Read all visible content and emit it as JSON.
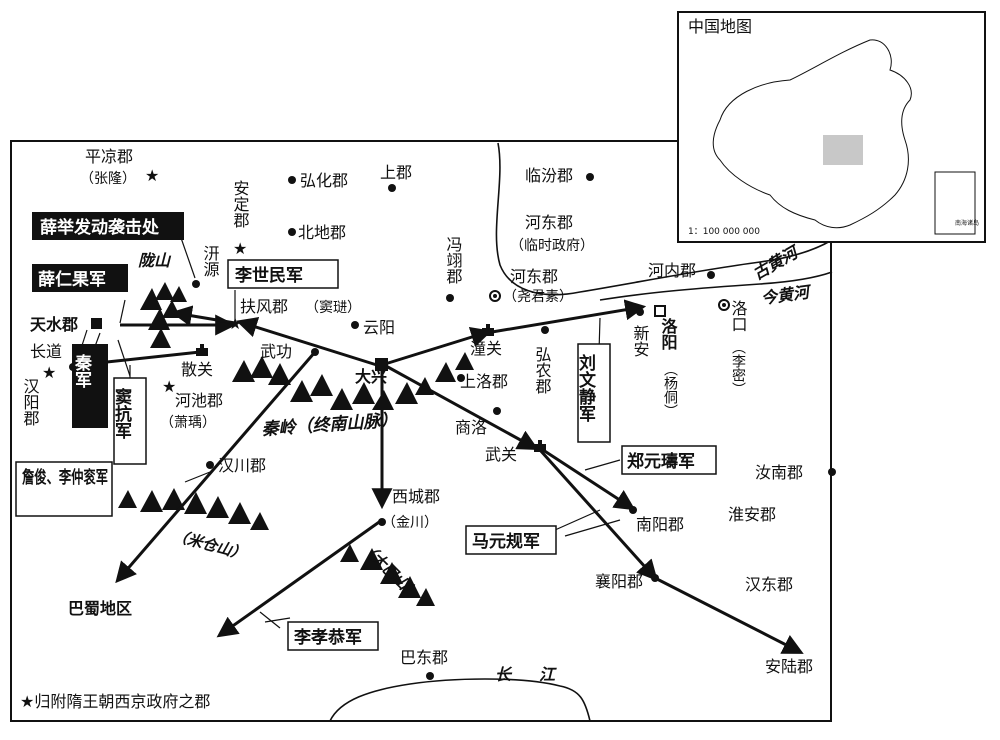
{
  "inset": {
    "title": "中国地图",
    "scale": "1：100 000 000",
    "islands_label": "南海诸岛"
  },
  "places": {
    "pingliang": "平凉郡",
    "pingliang_sub": "（张隆）",
    "honghua": "弘化郡",
    "shangjun": "上郡",
    "linfen": "临汾郡",
    "anding": "安定郡",
    "beidi": "北地郡",
    "hedong": "河东郡",
    "hedong_sub": "（临时政府）",
    "fengyi": "冯翊郡",
    "hedong2": "河东郡",
    "hedong2_sub": "（尧君素）",
    "henei": "河内郡",
    "qianyuan": "汧源",
    "fufeng": "扶风郡",
    "fufeng_sub": "（窦琎）",
    "yunyang": "云阳",
    "tianshui": "天水郡",
    "changdao": "长道",
    "hanyang": "汉阳郡",
    "sanguan": "散关",
    "wugong": "武功",
    "daxing": "大兴",
    "tongguan": "潼关",
    "hongnong": "弘农郡",
    "xinan": "新安",
    "luoyang": "洛阳",
    "luoyang_sub": "（杨侗）",
    "luokou": "洛口",
    "luokou_sub": "（李密）",
    "shangluo": "上洛郡",
    "hechi": "河池郡",
    "hechi_sub": "（萧瑀）",
    "shangluo2": "商洛",
    "wuguan": "武关",
    "runan": "汝南郡",
    "hanchuan": "汉川郡",
    "xicheng": "西城郡",
    "xicheng_sub": "（金川）",
    "nanyang": "南阳郡",
    "huaian": "淮安郡",
    "xiangyang": "襄阳郡",
    "handong": "汉东郡",
    "badong": "巴东郡",
    "anlu": "安陆郡",
    "bashu": "巴蜀地区"
  },
  "mountains": {
    "longshan": "陇山",
    "qinling": "秦岭（终南山脉）",
    "micang": "（米仓山）",
    "dabashan": "（大巴山）"
  },
  "rivers": {
    "gu_huanghe": "古黄河",
    "jin_huanghe": "今黄河",
    "changjiang": "长江"
  },
  "armies": {
    "xueju_attack": "薛举发动袭击处",
    "xuerengao": "薛仁果军",
    "lishimin": "李世民军",
    "qin": "秦军",
    "doukang": "窦抗军",
    "liuwenjing": "刘文静军",
    "zhengyuanshou": "郑元璹军",
    "mayuangui": "马元规军",
    "zhanjunli": "詹俊、李仲衮军",
    "lixiaogong": "李孝恭军"
  },
  "legend": {
    "star_note": "★归附隋王朝西京政府之郡"
  },
  "colors": {
    "ink": "#111111",
    "paper": "#ffffff",
    "inset_region": "#c8c8c8"
  }
}
